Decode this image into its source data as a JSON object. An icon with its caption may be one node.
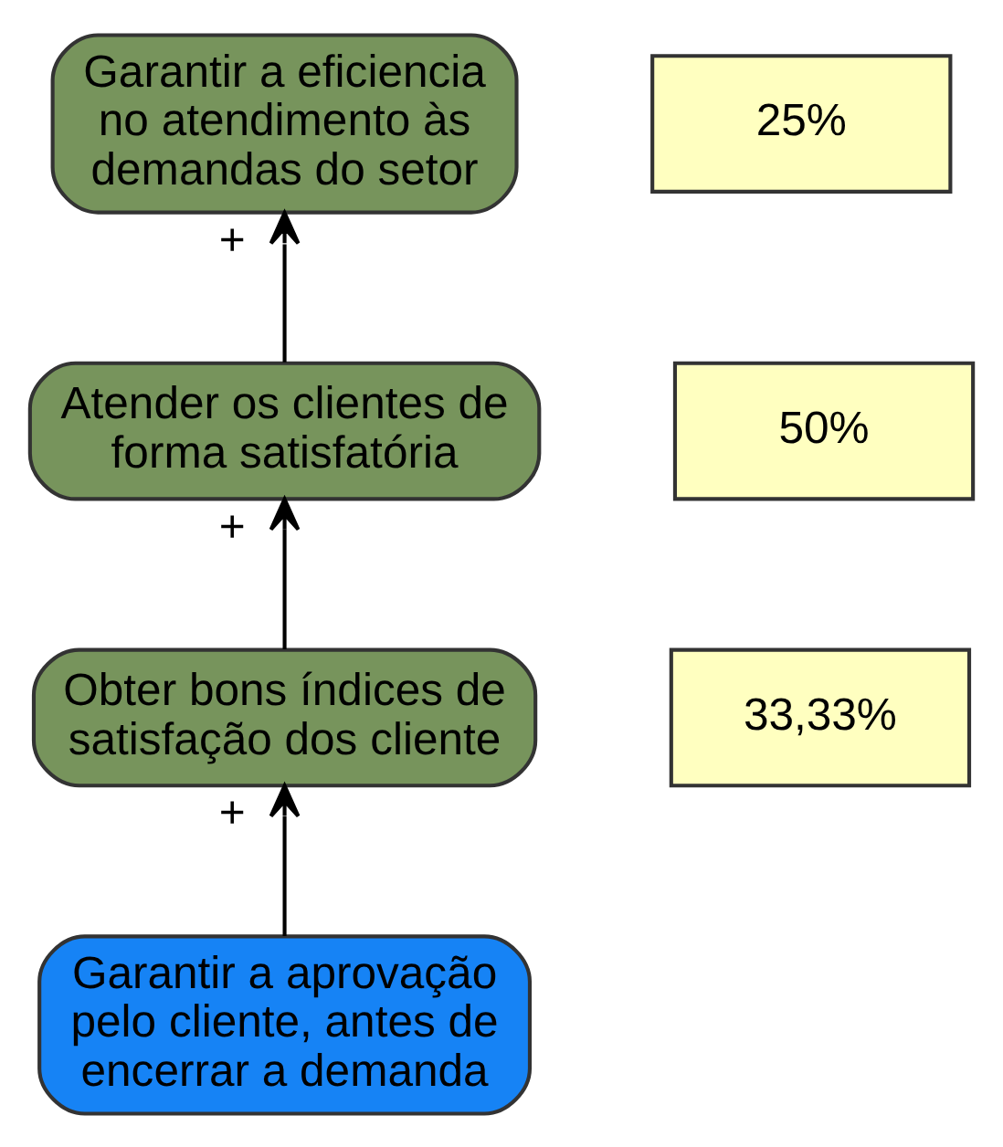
{
  "diagram": {
    "nodes": [
      {
        "text": [
          "Garantir a eficiencia no atendimento às demandas do setor"
        ]
      },
      {
        "text": [
          "25%"
        ]
      },
      {
        "text": [
          "Atender os clientes de forma satisfatória"
        ]
      },
      {
        "text": [
          "50%"
        ]
      },
      {
        "text": [
          "Obter bons índices de satisfação dos cliente"
        ]
      },
      {
        "text": [
          "33,33%"
        ]
      },
      {
        "text": [
          "Garantir a aprovação pelo cliente, antes de encerrar a demanda"
        ]
      }
    ],
    "edges": [
      {
        "from": 6,
        "to": 4,
        "arrow": "to",
        "label": "+"
      },
      {
        "from": 4,
        "to": 2,
        "arrow": "to",
        "label": "+"
      },
      {
        "from": 2,
        "to": 0,
        "arrow": "to",
        "label": "+"
      }
    ]
  }
}
